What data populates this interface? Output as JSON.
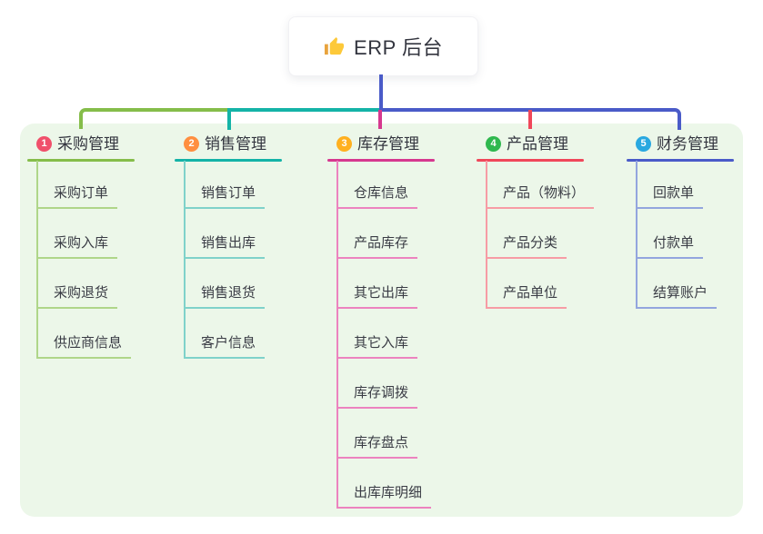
{
  "root": {
    "title": "ERP 后台",
    "icon": "thumbs-up-icon",
    "connector_color": "#4a5bc8",
    "card_bg": "#ffffff"
  },
  "panel": {
    "bg_color": "#ecf7e9"
  },
  "branches": [
    {
      "index": "1",
      "title": "采购管理",
      "badge_color": "#f0506b",
      "line_color": "#85bd4a",
      "child_line_color": "#afd689",
      "children": [
        "采购订单",
        "采购入库",
        "采购退货",
        "供应商信息"
      ]
    },
    {
      "index": "2",
      "title": "销售管理",
      "badge_color": "#ff8f40",
      "line_color": "#14b3a7",
      "child_line_color": "#7fd2ca",
      "children": [
        "销售订单",
        "销售出库",
        "销售退货",
        "客户信息"
      ]
    },
    {
      "index": "3",
      "title": "库存管理",
      "badge_color": "#ffb01f",
      "line_color": "#d6388f",
      "child_line_color": "#ec83bf",
      "children": [
        "仓库信息",
        "产品库存",
        "其它出库",
        "其它入库",
        "库存调拨",
        "库存盘点",
        "出库库明细"
      ]
    },
    {
      "index": "4",
      "title": "产品管理",
      "badge_color": "#2fb84e",
      "line_color": "#f0475a",
      "child_line_color": "#f79ca5",
      "children": [
        "产品（物料）",
        "产品分类",
        "产品单位"
      ]
    },
    {
      "index": "5",
      "title": "财务管理",
      "badge_color": "#29a8e0",
      "line_color": "#4a5bc8",
      "child_line_color": "#93a5de",
      "children": [
        "回款单",
        "付款单",
        "结算账户"
      ]
    }
  ]
}
